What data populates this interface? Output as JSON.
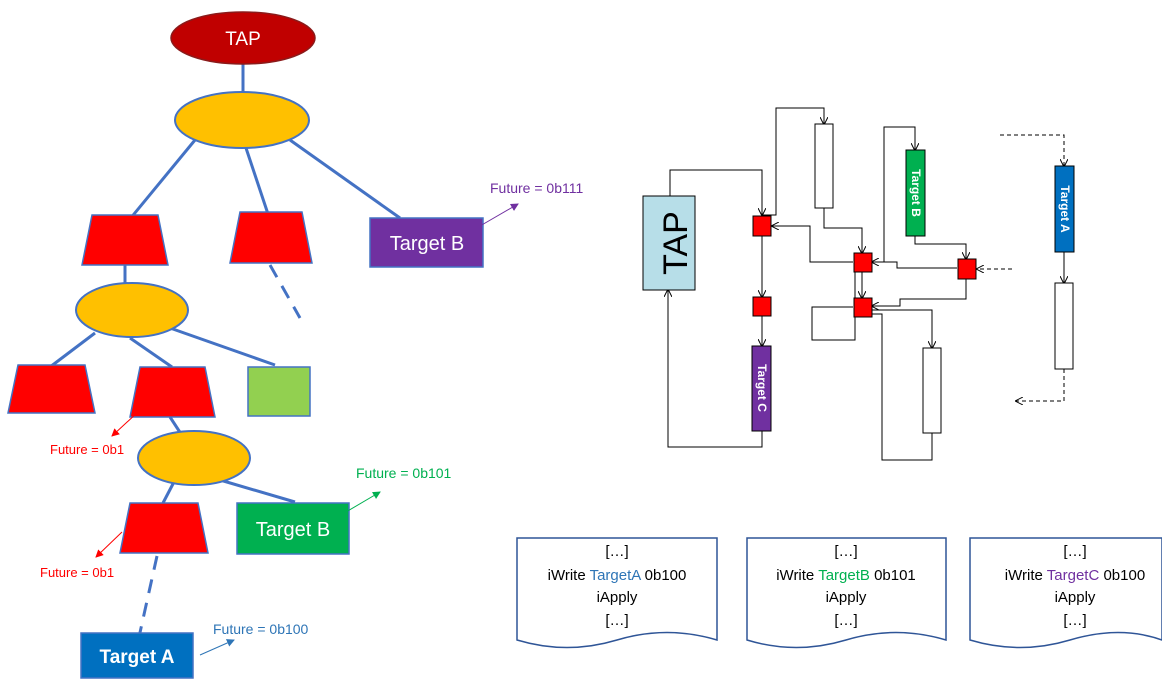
{
  "colors": {
    "tree_edge": "#4472C4",
    "tap_fill": "#C00000",
    "node_yellow": "#FFC000",
    "trapezoid_red": "#FF0000",
    "green_square": "#92D050",
    "purple": "#7030A0",
    "green": "#00B050",
    "blue": "#0070C0",
    "tap_box": "#B7DEE8"
  },
  "tree": {
    "root_label": "TAP",
    "target_b_purple": "Target B",
    "target_b_green": "Target B",
    "target_a": "Target A",
    "future_b_purple": "Future = 0b111",
    "future_b_green": "Future = 0b101",
    "future_red_1": "Future = 0b1",
    "future_red_2": "Future = 0b1",
    "future_a": "Future = 0b100"
  },
  "chain": {
    "tap_label": "TAP",
    "target_a": "Target A",
    "target_b": "Target B",
    "target_c": "Target C"
  },
  "docs": [
    {
      "line1": "[…]",
      "cmd": "iWrite",
      "target": "TargetA",
      "value": "0b100",
      "line3": "iApply",
      "line4": "[…]",
      "target_color": "#2E75B6"
    },
    {
      "line1": "[…]",
      "cmd": "iWrite",
      "target": "TargetB",
      "value": "0b101",
      "line3": "iApply",
      "line4": "[…]",
      "target_color": "#00B050"
    },
    {
      "line1": "[…]",
      "cmd": "iWrite",
      "target": "TargetC",
      "value": "0b100",
      "line3": "iApply",
      "line4": "[…]",
      "target_color": "#7030A0"
    }
  ]
}
